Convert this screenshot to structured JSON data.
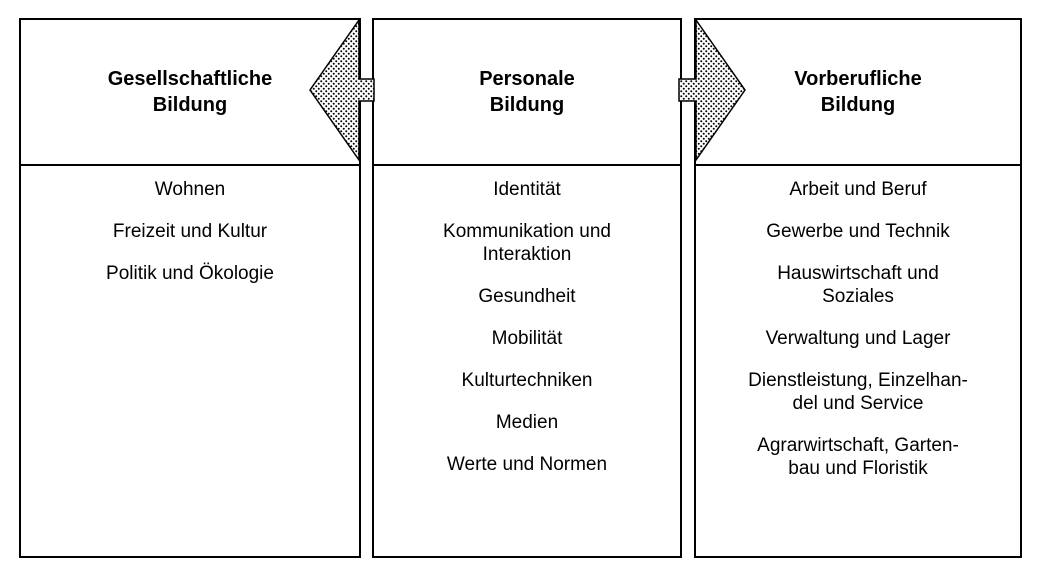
{
  "columns": [
    {
      "title": "Gesellschaftliche\nBildung",
      "items": [
        "Wohnen",
        "Freizeit und Kultur",
        "Politik und Ökologie"
      ]
    },
    {
      "title": "Personale\nBildung",
      "items": [
        "Identität",
        "Kommunikation und\nInteraktion",
        "Gesundheit",
        "Mobilität",
        "Kulturtechniken",
        "Medien",
        "Werte und Normen"
      ]
    },
    {
      "title": "Vorberufliche\nBildung",
      "items": [
        "Arbeit und Beruf",
        "Gewerbe und Technik",
        "Hauswirtschaft und\nSoziales",
        "Verwaltung und Lager",
        "Dienstleistung, Einzelhan-\ndel und Service",
        "Agrarwirtschaft, Garten-\nbau und Floristik"
      ]
    }
  ]
}
